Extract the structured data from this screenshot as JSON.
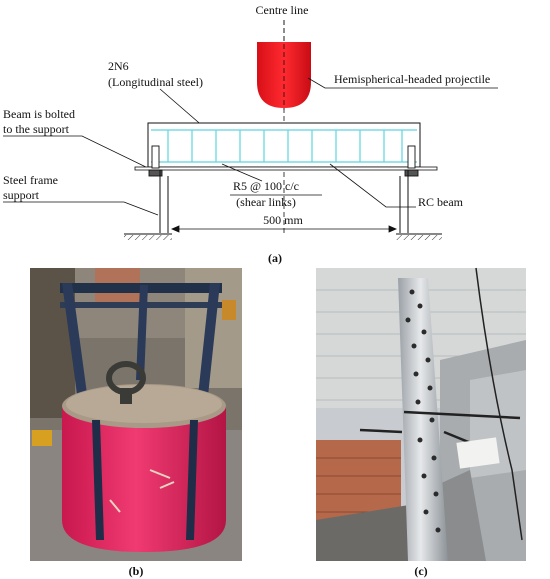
{
  "diagram": {
    "labels": {
      "centre_line": "Centre line",
      "longitudinal_steel": [
        "2N6",
        "(Longitudinal steel)"
      ],
      "projectile": "Hemispherical-headed projectile",
      "beam_bolted": [
        "Beam is bolted",
        "to the support"
      ],
      "steel_frame": [
        "Steel frame",
        "support"
      ],
      "shear_links": [
        "R5 @ 100 c/c",
        "(shear links)"
      ],
      "rc_beam": "RC beam",
      "span": "500 mm"
    },
    "colors": {
      "projectile": "#e8141b",
      "rebar": "#5fd4e0",
      "line": "#111111"
    }
  },
  "photos": {
    "b": {
      "description_icon": "cylindrical-pink-projectile-photo"
    },
    "c": {
      "description_icon": "drop-tower-tube-photo"
    }
  },
  "captions": {
    "a": "(a)",
    "b": "(b)",
    "c": "(c)"
  }
}
